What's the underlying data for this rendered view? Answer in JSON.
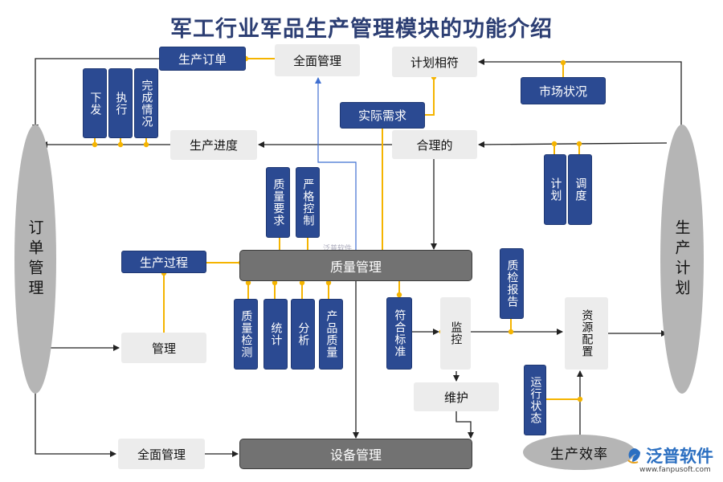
{
  "title": "军工行业军品生产管理模块的功能介绍",
  "left_ellipse": "订单管理",
  "right_ellipse": "生产计划",
  "bottom_ellipse": "生产效率",
  "nodes": {
    "production_order": "生产订单",
    "overall_mgmt_top": "全面管理",
    "plan_match": "计划相符",
    "market_status": "市场状况",
    "actual_demand": "实际需求",
    "issue": "下发",
    "execute": "执行",
    "completion": "完成情况",
    "production_progress": "生产进度",
    "reasonable": "合理的",
    "plan": "计划",
    "dispatch": "调度",
    "quality_req": "质量要求",
    "strict_control": "严格控制",
    "production_process": "生产过程",
    "quality_mgmt": "质量管理",
    "qc_report": "质检报告",
    "quality_inspect": "质量检测",
    "statistics": "统计",
    "analysis": "分析",
    "product_quality": "产品质量",
    "meet_standard": "符合标准",
    "monitor": "监控",
    "resource_config": "资源配置",
    "management": "管理",
    "maintenance": "维护",
    "run_status": "运行状态",
    "overall_mgmt_bottom": "全面管理",
    "equipment_mgmt": "设备管理"
  },
  "watermark": "泛普软件",
  "logo": {
    "name": "泛普软件",
    "url": "www.fanpusoft.com"
  },
  "colors": {
    "blue": "#2b4a92",
    "grey_box": "#ececec",
    "dark_box": "#727272",
    "connector": "#f5b400",
    "ellipse": "#b5b5b5",
    "title": "#2c3e73"
  }
}
